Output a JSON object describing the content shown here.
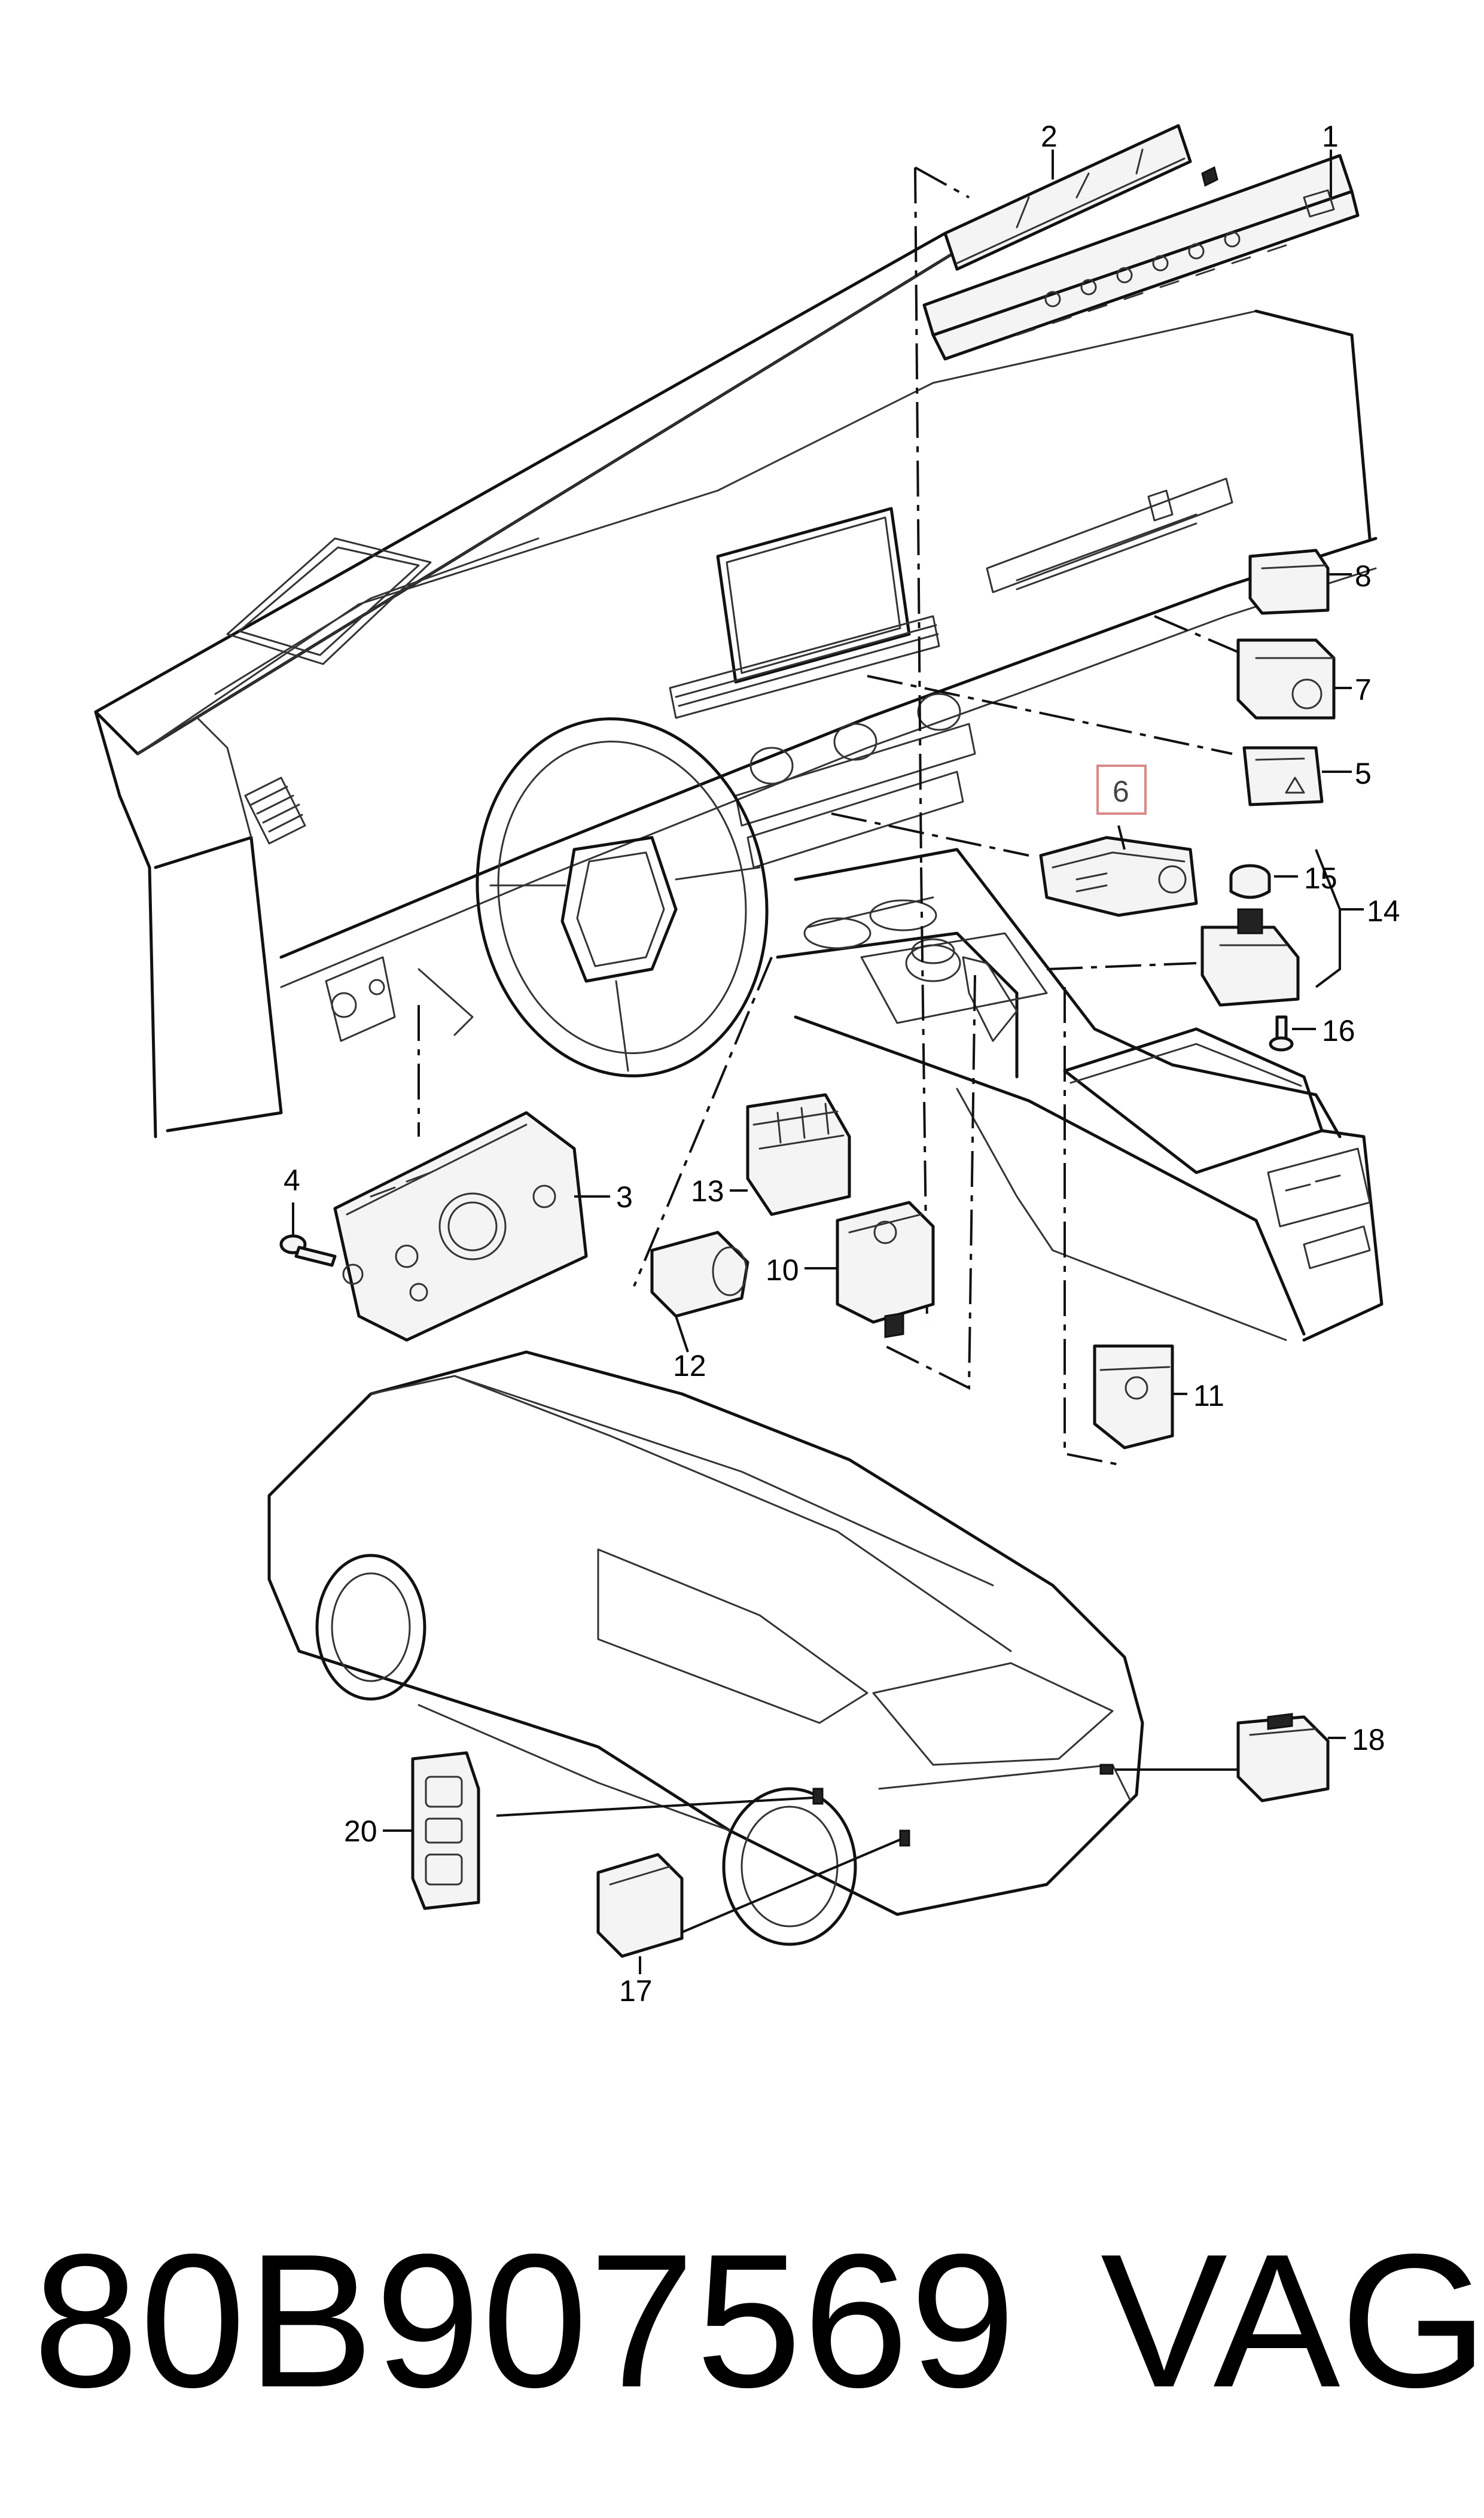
{
  "diagram": {
    "labels": {
      "p1": "1",
      "p2": "2",
      "p3": "3",
      "p4": "4",
      "p5": "5",
      "p6": "6",
      "p7": "7",
      "p8": "8",
      "p10": "10",
      "p11": "11",
      "p12": "12",
      "p13": "13",
      "p14": "14",
      "p15": "15",
      "p16": "16",
      "p17": "17",
      "p18": "18",
      "p20": "20"
    },
    "highlighted_part": "6"
  },
  "footer": {
    "part_number": "80B907569",
    "brand": "VAG"
  }
}
